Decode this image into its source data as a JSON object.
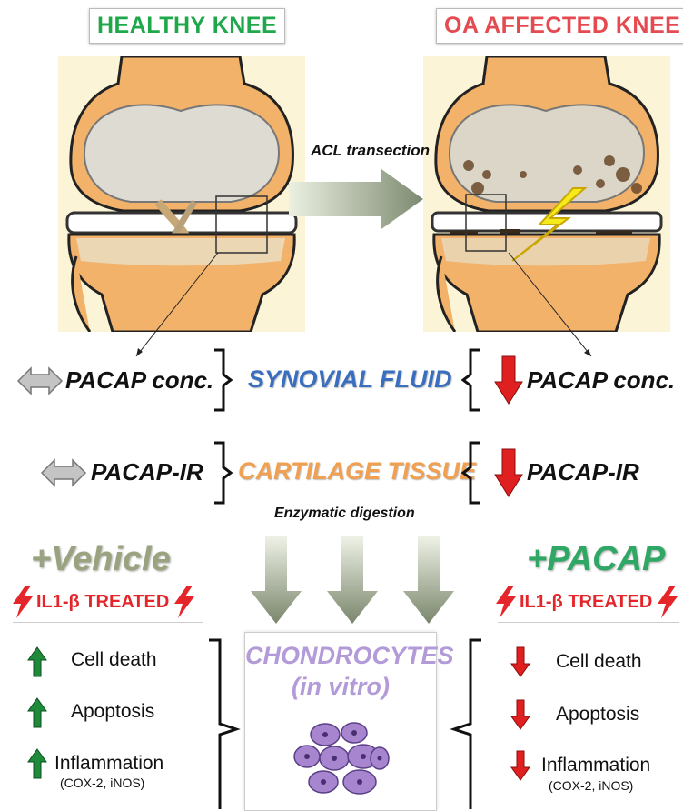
{
  "titles": {
    "healthy": "HEALTHY KNEE",
    "oa": "OA AFFECTED KNEE"
  },
  "transition": {
    "label": "ACL transection"
  },
  "synovial": {
    "center": "SYNOVIAL FLUID",
    "left": "PACAP conc.",
    "right": "PACAP conc."
  },
  "cartilage": {
    "center": "CARTILAGE TISSUE",
    "left": "PACAP-IR",
    "right": "PACAP-IR"
  },
  "digestion": {
    "label": "Enzymatic digestion"
  },
  "groups": {
    "vehicle": {
      "title": "+Vehicle",
      "treated": "IL1-β TREATED"
    },
    "pacap": {
      "title": "+PACAP",
      "treated": "IL1-β TREATED"
    }
  },
  "effects": {
    "left": [
      {
        "label": "Cell death",
        "sub": ""
      },
      {
        "label": "Apoptosis",
        "sub": ""
      },
      {
        "label": "Inflammation",
        "sub": "(COX-2, iNOS)"
      }
    ],
    "right": [
      {
        "label": "Cell death",
        "sub": ""
      },
      {
        "label": "Apoptosis",
        "sub": ""
      },
      {
        "label": "Inflammation",
        "sub": "(COX-2, iNOS)"
      }
    ]
  },
  "chondrocytes": {
    "title": "CHONDROCYTES",
    "subtitle": "(in vitro)"
  },
  "colors": {
    "healthy_green": "#1ea84a",
    "oa_red": "#e44a50",
    "up_arrow": "#1f8a3a",
    "down_arrow": "#e02020",
    "synovial_blue": "#3a6fbf",
    "cartilage_orange": "#f0a050",
    "chondro_purple": "#b39ad8"
  },
  "icons": {
    "neutral": "double-headed-arrow-icon",
    "decrease": "down-arrow-icon",
    "increase": "up-arrow-icon",
    "stress": "lightning-icon"
  }
}
